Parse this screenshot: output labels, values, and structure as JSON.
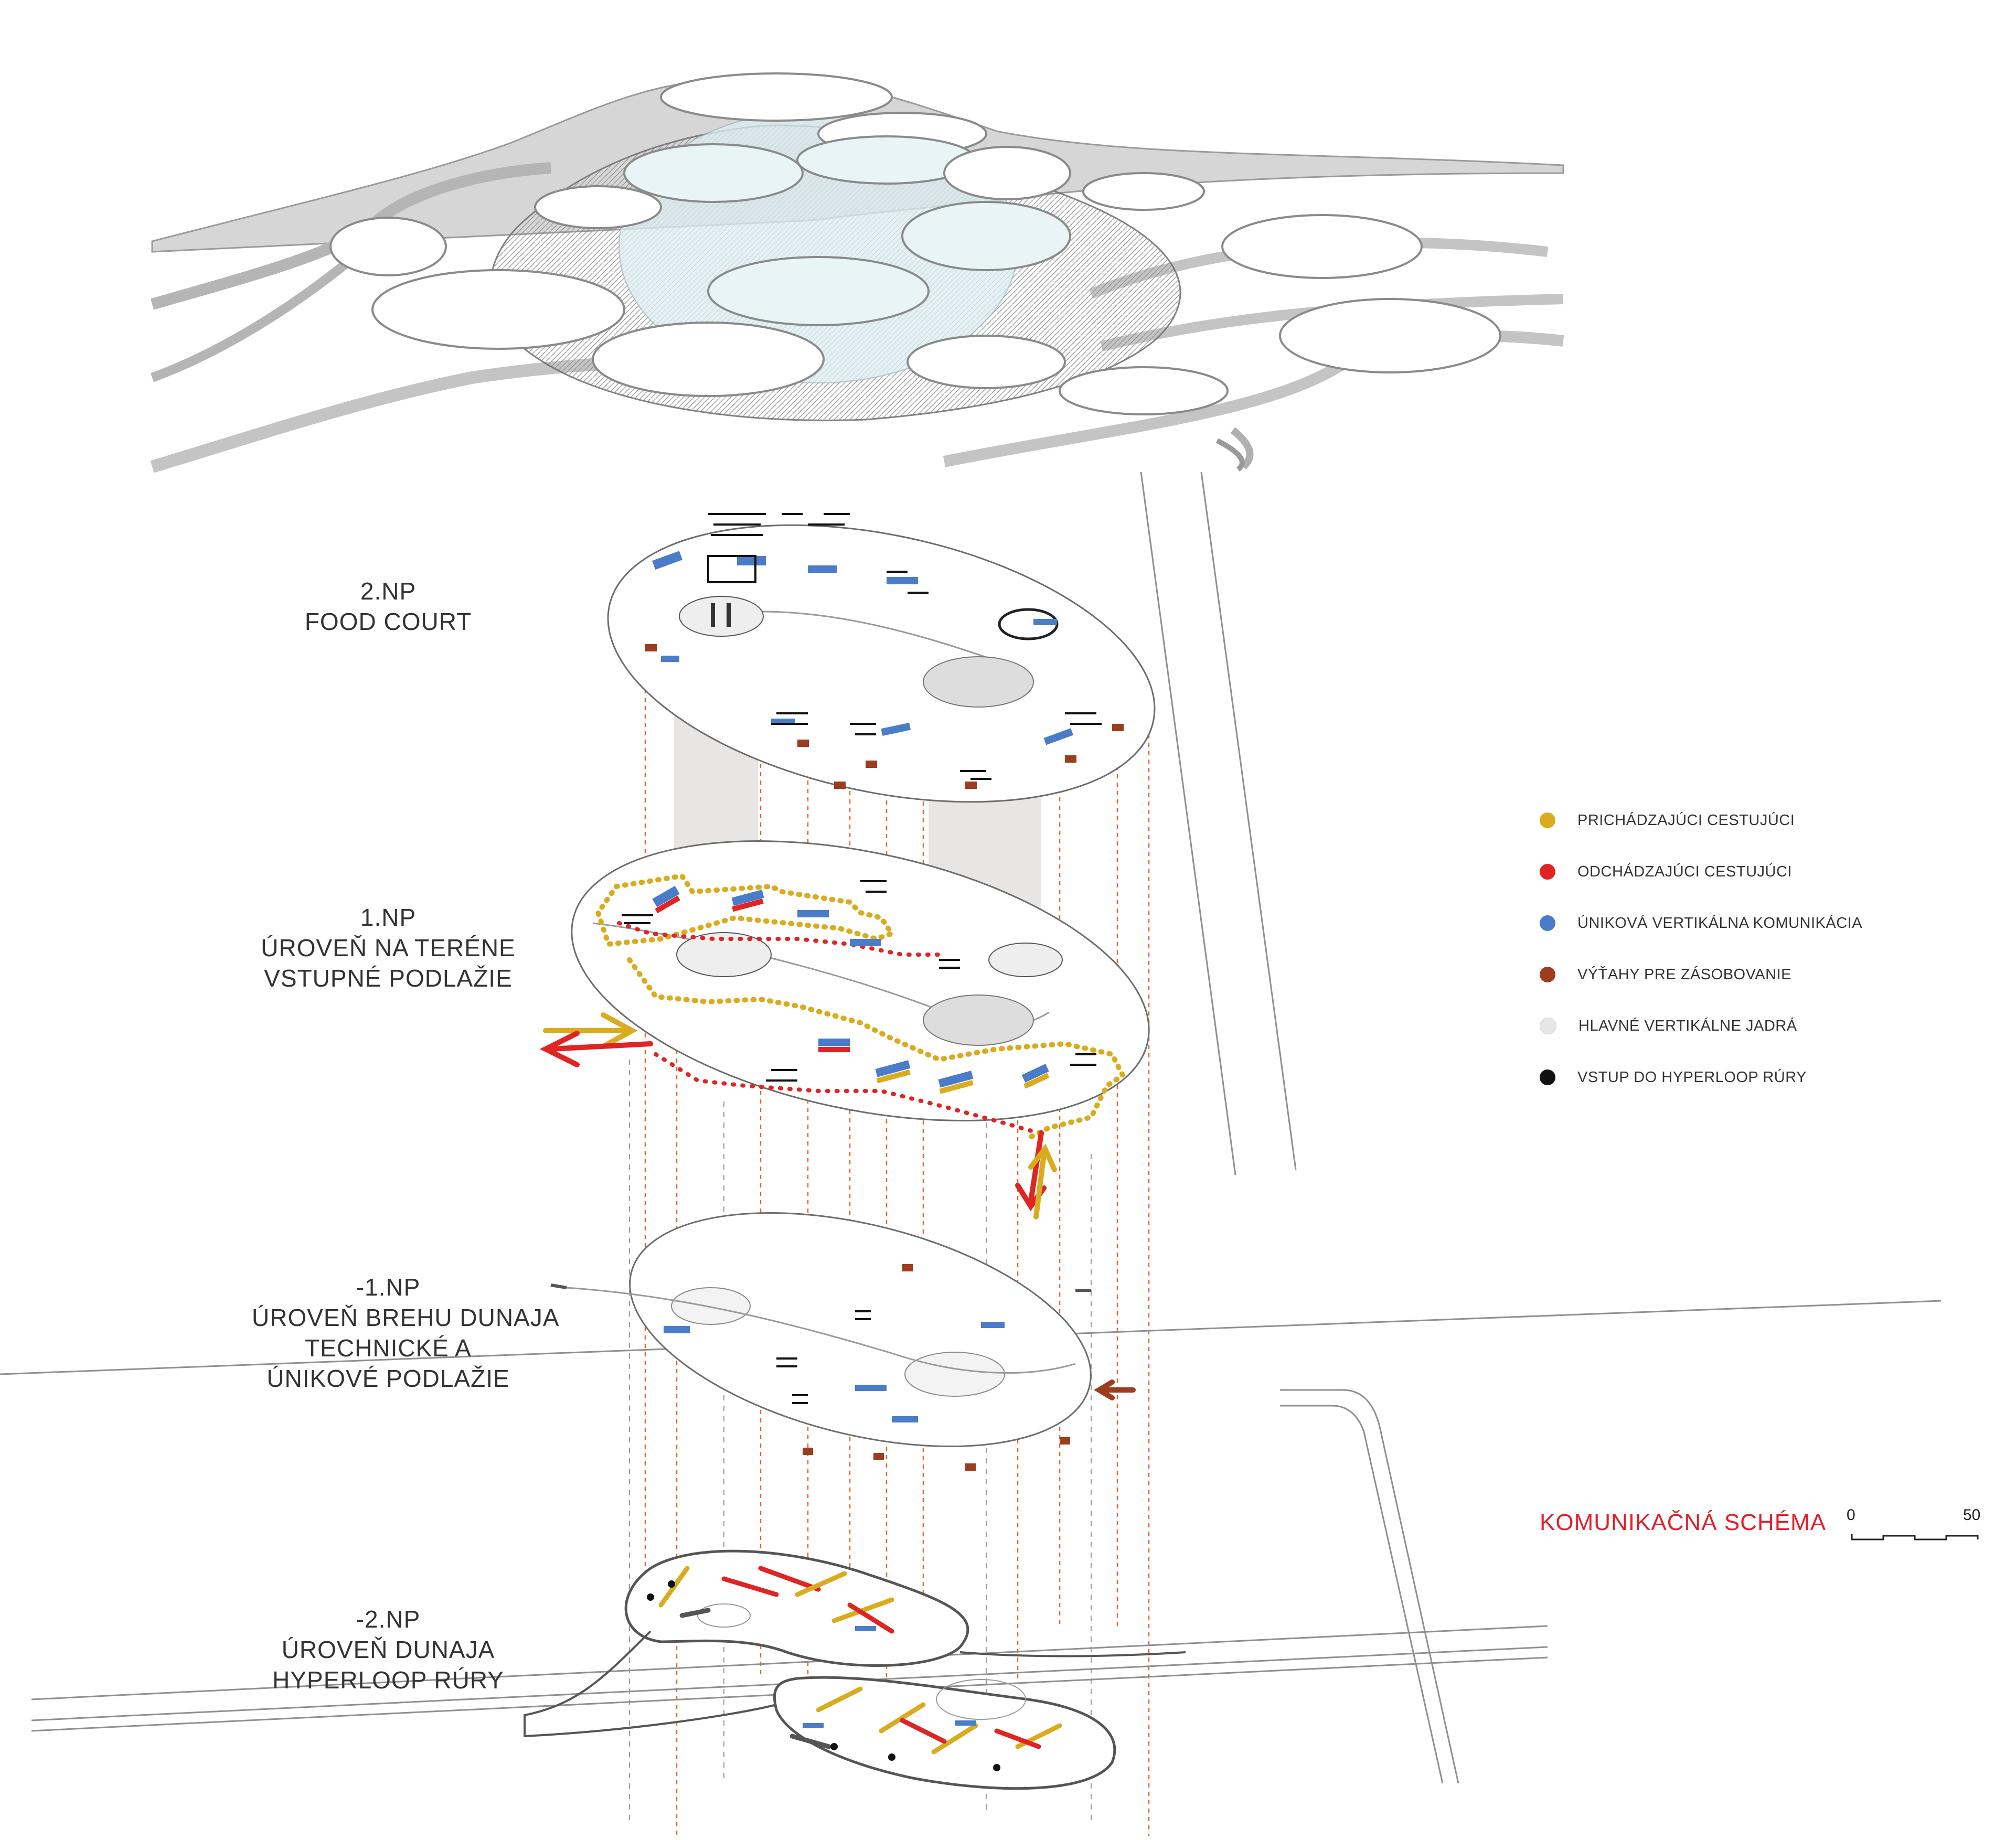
{
  "levels": [
    {
      "id": "np2",
      "lines": [
        "2.NP",
        "FOOD COURT"
      ]
    },
    {
      "id": "np1",
      "lines": [
        "1.NP",
        "ÚROVEŇ NA TERÉNE",
        "VSTUPNÉ PODLAŽIE"
      ]
    },
    {
      "id": "npm1",
      "lines": [
        "-1.NP",
        "ÚROVEŇ BREHU DUNAJA",
        "TECHNICKÉ A",
        "ÚNIKOVÉ PODLAŽIE"
      ]
    },
    {
      "id": "npm2",
      "lines": [
        "-2.NP",
        "ÚROVEŇ DUNAJA",
        "HYPERLOOP RÚRY"
      ]
    }
  ],
  "legend": [
    {
      "label": "PRICHÁDZAJÚCI CESTUJÚCI",
      "color": "#d9ac1f"
    },
    {
      "label": "ODCHÁDZAJÚCI CESTUJÚCI",
      "color": "#e02424"
    },
    {
      "label": "ÚNIKOVÁ VERTIKÁLNA KOMUNIKÁCIA",
      "color": "#4a7cc9"
    },
    {
      "label": "VÝŤAHY PRE ZÁSOBOVANIE",
      "color": "#9b3d1e"
    },
    {
      "label": "HLAVNÉ VERTIKÁLNE JADRÁ",
      "color": "#e8e6e4"
    },
    {
      "label": "VSTUP DO HYPERLOOP RÚRY",
      "color": "#111111"
    }
  ],
  "title": "KOMUNIKAČNÁ SCHÉMA",
  "scale": {
    "start": "0",
    "end": "50"
  },
  "colors": {
    "arrive": "#d9ac1f",
    "depart": "#e02424",
    "escape": "#4a7cc9",
    "service": "#9b3d1e",
    "core": "#e8e6e4",
    "entry": "#111111"
  }
}
